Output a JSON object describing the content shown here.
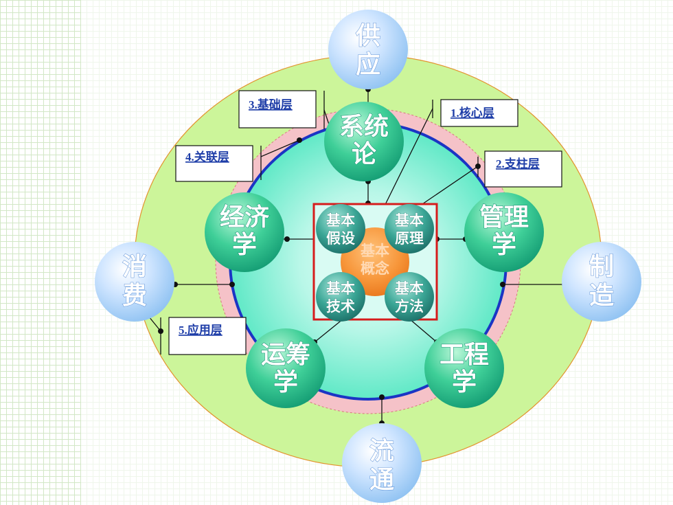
{
  "outer_nodes": {
    "top": {
      "line1": "供",
      "line2": "应"
    },
    "left": {
      "line1": "消",
      "line2": "费"
    },
    "right": {
      "line1": "制",
      "line2": "造"
    },
    "bottom": {
      "line1": "流",
      "line2": "通"
    }
  },
  "discipline_nodes": {
    "systems": {
      "line1": "系统",
      "line2": "论"
    },
    "economics": {
      "line1": "经济",
      "line2": "学"
    },
    "management": {
      "line1": "管理",
      "line2": "学"
    },
    "operations": {
      "line1": "运筹",
      "line2": "学"
    },
    "engineering": {
      "line1": "工程",
      "line2": "学"
    }
  },
  "core_nodes": {
    "assumption": {
      "line1": "基本",
      "line2": "假设"
    },
    "principle": {
      "line1": "基本",
      "line2": "原理"
    },
    "technique": {
      "line1": "基本",
      "line2": "技术"
    },
    "method": {
      "line1": "基本",
      "line2": "方法"
    },
    "concept": {
      "line1": "基本",
      "line2": "概念"
    }
  },
  "layer_labels": {
    "core": "1.核心层",
    "pillar": "2.支柱层",
    "foundation": "3.基础层",
    "relation": "4.关联层",
    "application": "5.应用层"
  },
  "colors": {
    "outer_ellipse": "#ccf59a",
    "pink_ring": "#f5c2c8",
    "inner_circle": "#66ecc8",
    "blue_ring": "#1b35c4",
    "core_box": "#d61c1c",
    "concept_fill": "#f7963a",
    "label_text": "#1f3ea8"
  }
}
